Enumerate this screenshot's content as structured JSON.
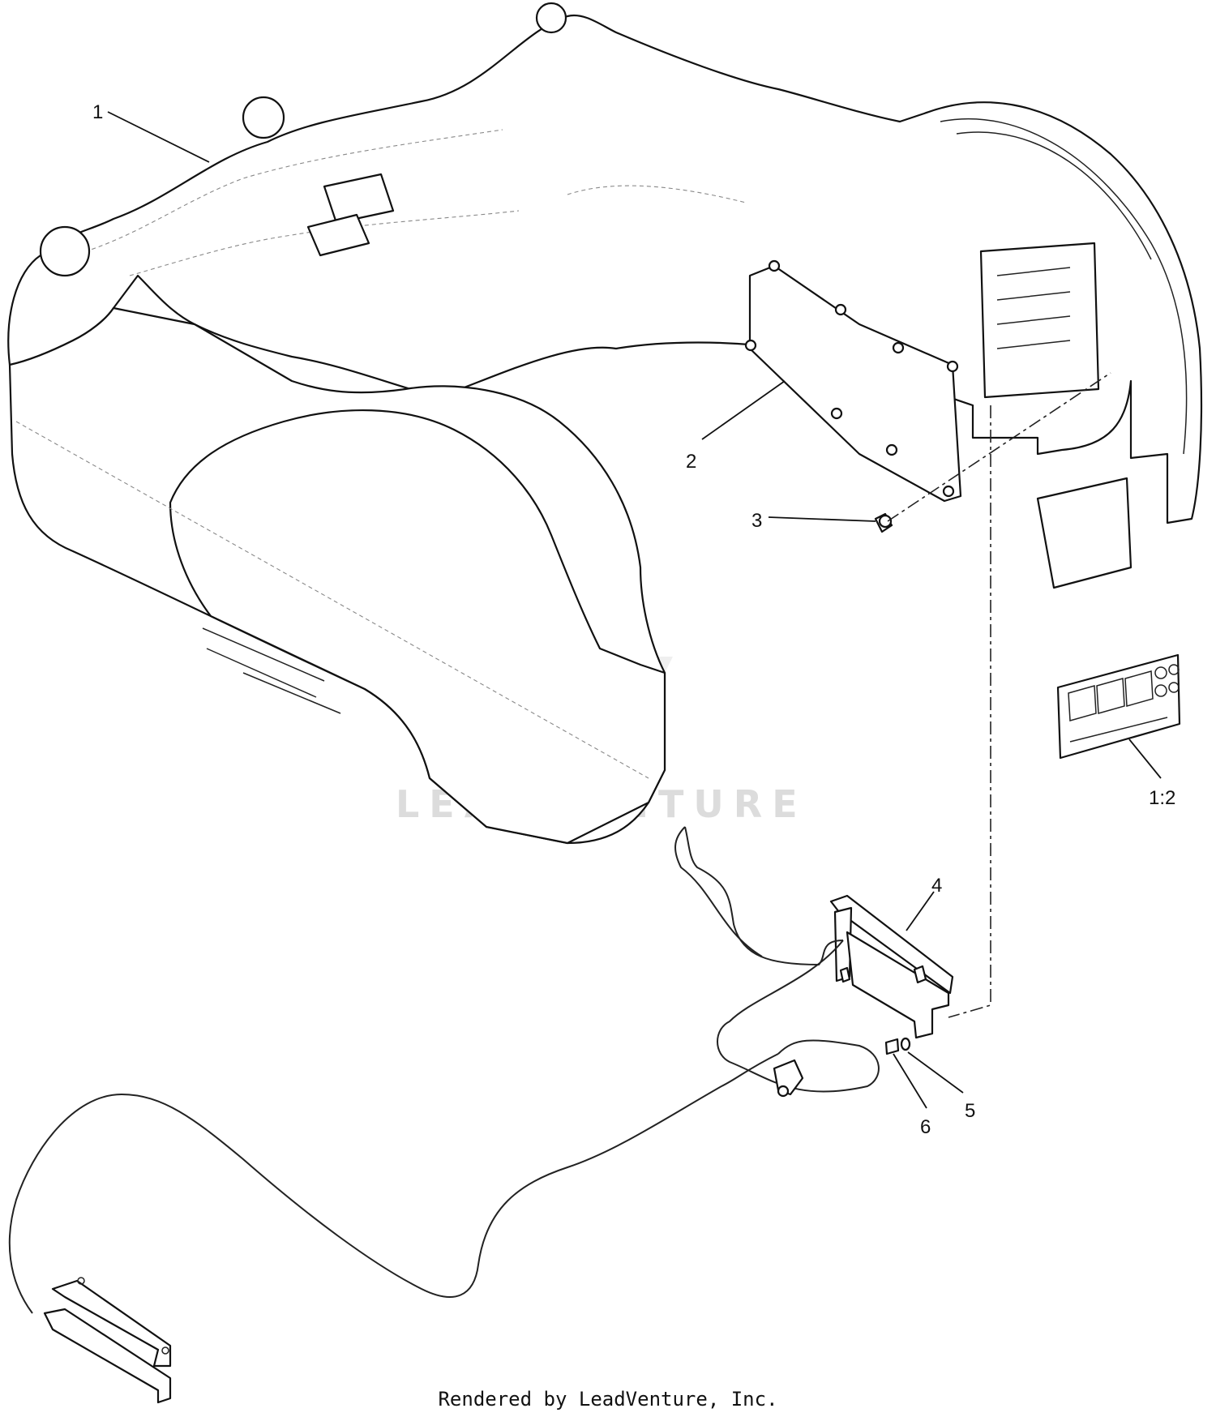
{
  "callouts": {
    "c1": "1",
    "c2": "2",
    "c3": "3",
    "c4": "4",
    "c5": "5",
    "c6": "6",
    "c12": "1:2"
  },
  "watermark": {
    "text": "LEADVENTURE"
  },
  "footer": {
    "text": "Rendered by LeadVenture, Inc."
  },
  "colors": {
    "line": "#111111",
    "hidden": "#888888",
    "watermark": "#dcdcdc",
    "background": "#ffffff"
  }
}
